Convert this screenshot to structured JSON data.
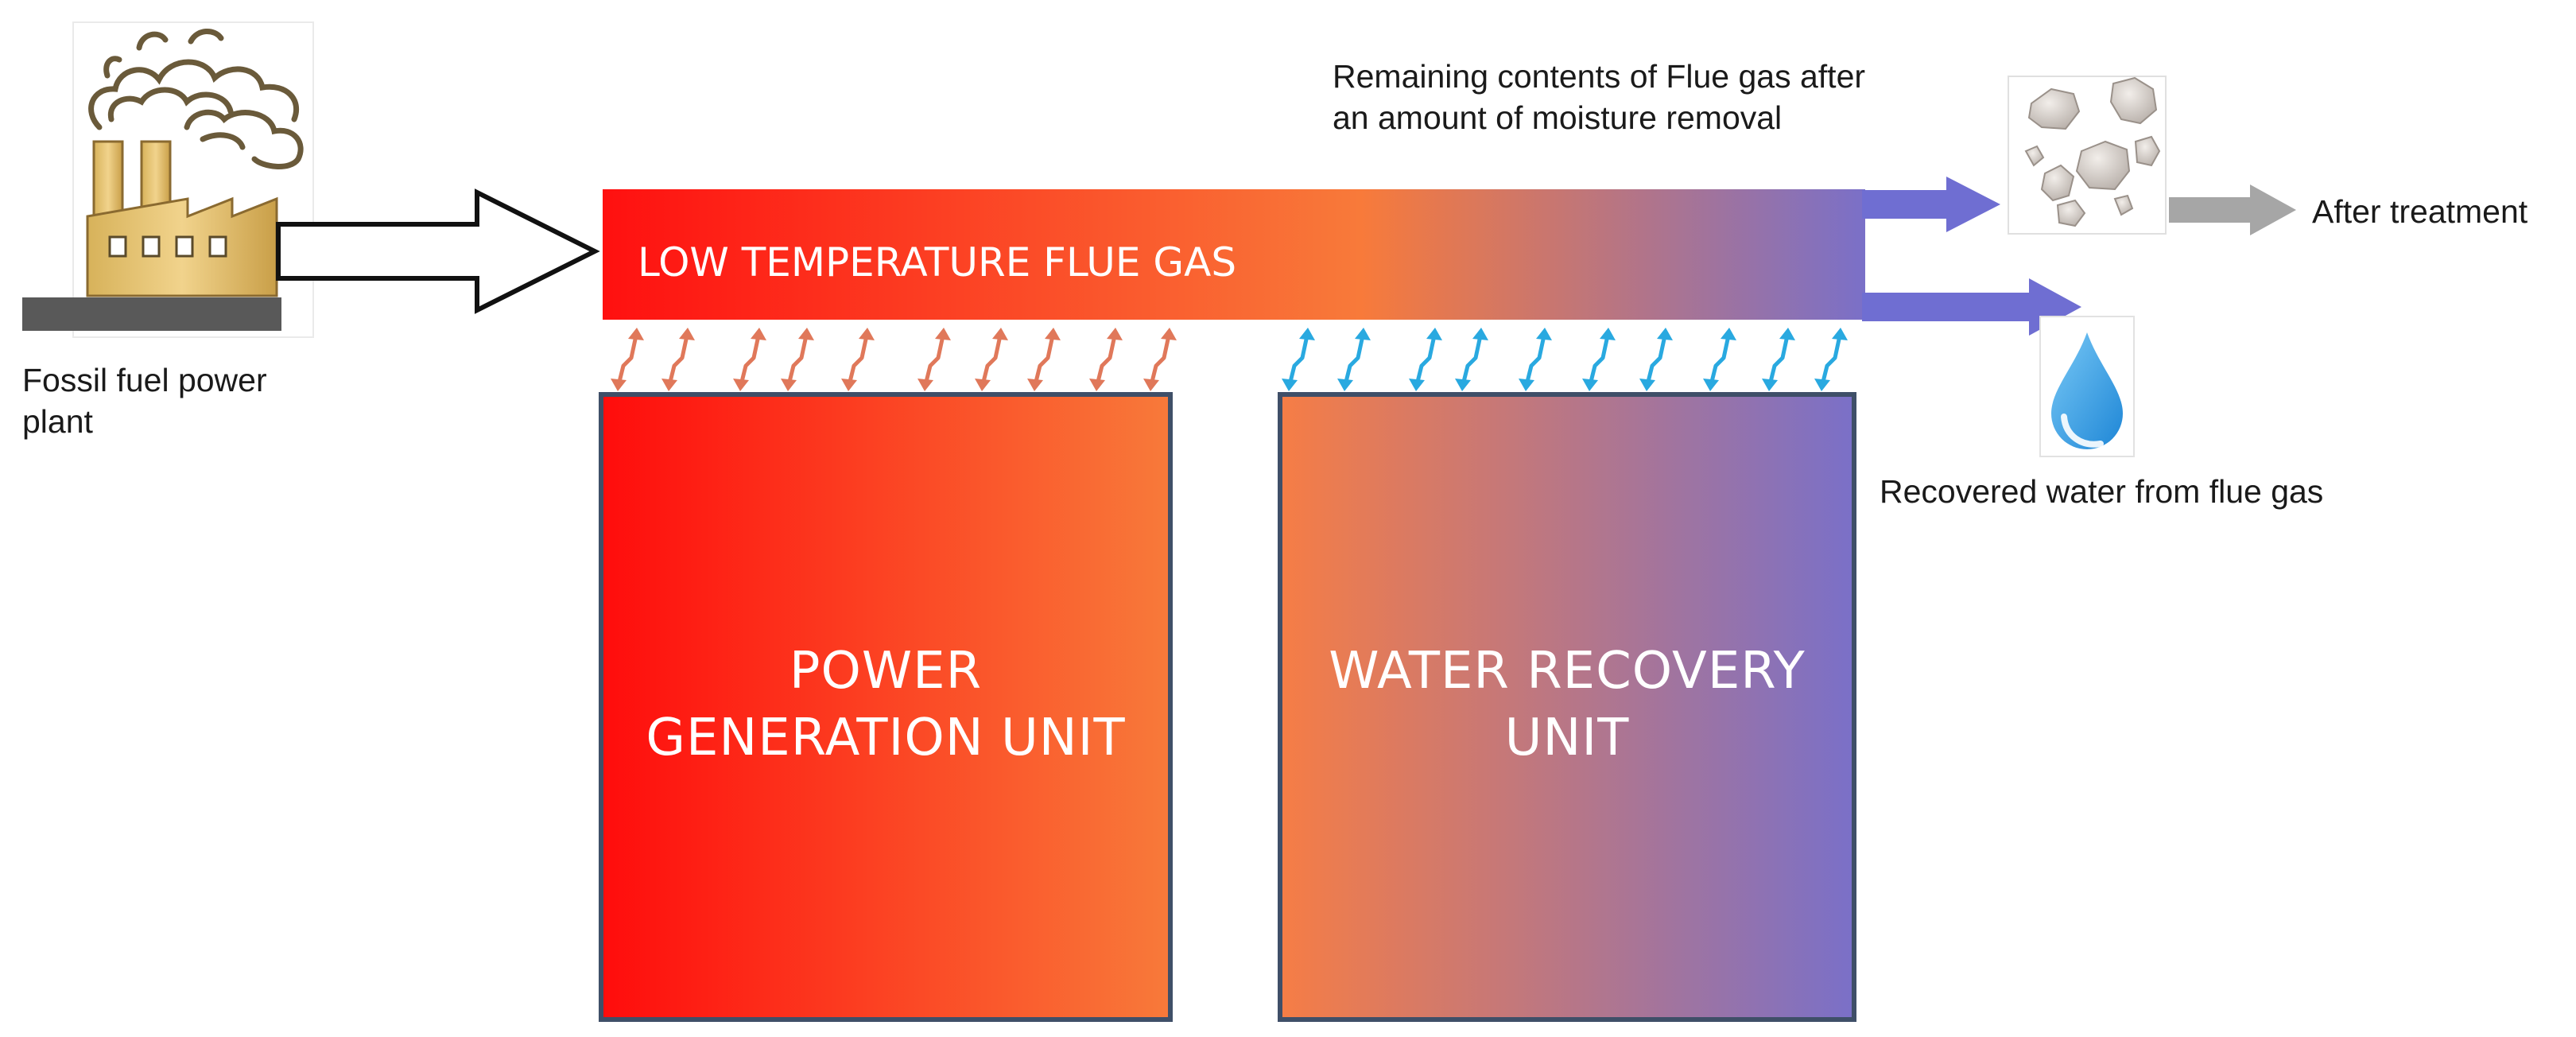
{
  "diagram": {
    "flue_gas_label": "LOW TEMPERATURE FLUE GAS",
    "power_unit": {
      "line1": "POWER",
      "line2": "GENERATION UNIT"
    },
    "water_unit": {
      "line1": "WATER RECOVERY",
      "line2": "UNIT"
    },
    "plant_label": {
      "line1": "Fossil fuel power",
      "line2": "plant"
    },
    "remaining_label": {
      "line1": "Remaining contents of Flue gas after",
      "line2": "an amount of moisture removal"
    },
    "after_treatment_label": "After treatment",
    "recovered_water_label": "Recovered water from flue gas"
  },
  "icons": {
    "plant": "factory-icon",
    "particulates": "particulates-icon",
    "water": "water-drop-icon"
  },
  "colors": {
    "hot": "#ff1010",
    "warm": "#f87a3a",
    "cool": "#7a70c8",
    "box_border": "#3f4f68",
    "heat_arrow": "#e0785a",
    "water_arrow": "#29a9e0",
    "flow_arrow": "#6f6ed2",
    "treatment_arrow": "#a6a6a6",
    "drop": "#3aa3e8"
  }
}
